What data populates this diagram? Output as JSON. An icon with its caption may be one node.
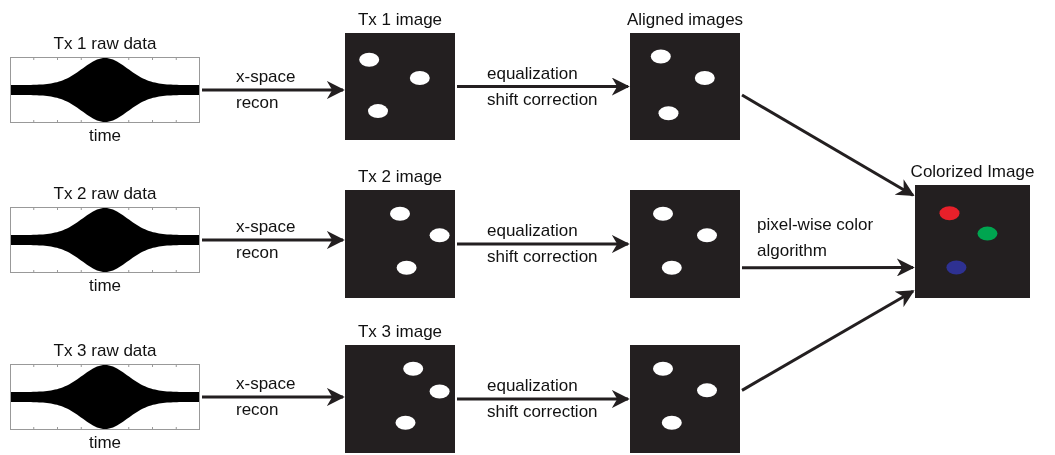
{
  "diagram": {
    "nodes": [
      {
        "text": [
          "Tx 1 raw data",
          "time"
        ]
      },
      {
        "text": [
          "Tx 1 image"
        ]
      },
      {
        "text": [
          "Aligned images"
        ]
      },
      {
        "text": [
          "Tx 2 raw data",
          "time"
        ]
      },
      {
        "text": [
          "Tx 2 image"
        ]
      },
      {
        "text": [],
        "shape": "picture"
      },
      {
        "text": [
          "Colorized Image"
        ]
      },
      {
        "text": [
          "Tx 3 raw data",
          "time"
        ]
      },
      {
        "text": [
          "Tx 3 image"
        ]
      },
      {
        "text": [],
        "shape": "picture"
      }
    ],
    "edges": [
      {
        "from": 0,
        "to": 1,
        "arrow": "to",
        "label": "x-space recon"
      },
      {
        "from": 1,
        "to": 2,
        "arrow": "to",
        "label": "equalization shift correction"
      },
      {
        "from": 2,
        "to": 6,
        "arrow": "to"
      },
      {
        "from": 3,
        "to": 4,
        "arrow": "to",
        "label": "x-space recon"
      },
      {
        "from": 4,
        "to": 5,
        "arrow": "to",
        "label": "equalization shift correction"
      },
      {
        "from": 5,
        "to": 6,
        "arrow": "to",
        "label": "pixel-wise color algorithm"
      },
      {
        "from": 7,
        "to": 8,
        "arrow": "to",
        "label": "x-space recon"
      },
      {
        "from": 8,
        "to": 9,
        "arrow": "to",
        "label": "equalization shift correction"
      },
      {
        "from": 9,
        "to": 6,
        "arrow": "to"
      }
    ]
  }
}
